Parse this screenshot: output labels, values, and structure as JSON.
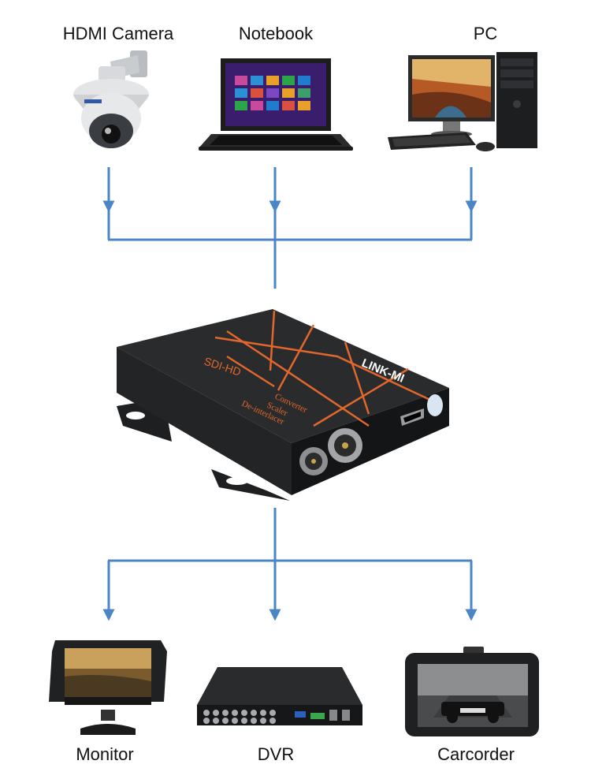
{
  "inputs": [
    {
      "label": "HDMI Camera",
      "icon": "ptz-camera-icon"
    },
    {
      "label": "Notebook",
      "icon": "laptop-icon"
    },
    {
      "label": "PC",
      "icon": "desktop-pc-icon"
    }
  ],
  "converter": {
    "brand": "LINK-MI",
    "logo": "SDI-HD",
    "lines": [
      "Converter",
      "Scaler",
      "De-interlacer"
    ],
    "icon": "converter-box-icon"
  },
  "outputs": [
    {
      "label": "Monitor",
      "icon": "monitor-icon"
    },
    {
      "label": "DVR",
      "icon": "dvr-icon"
    },
    {
      "label": "Carcorder",
      "icon": "dashcam-icon"
    }
  ],
  "colors": {
    "connector": "#4a86c5",
    "device_body": "#2a2a2a",
    "accent": "#e2672c"
  }
}
